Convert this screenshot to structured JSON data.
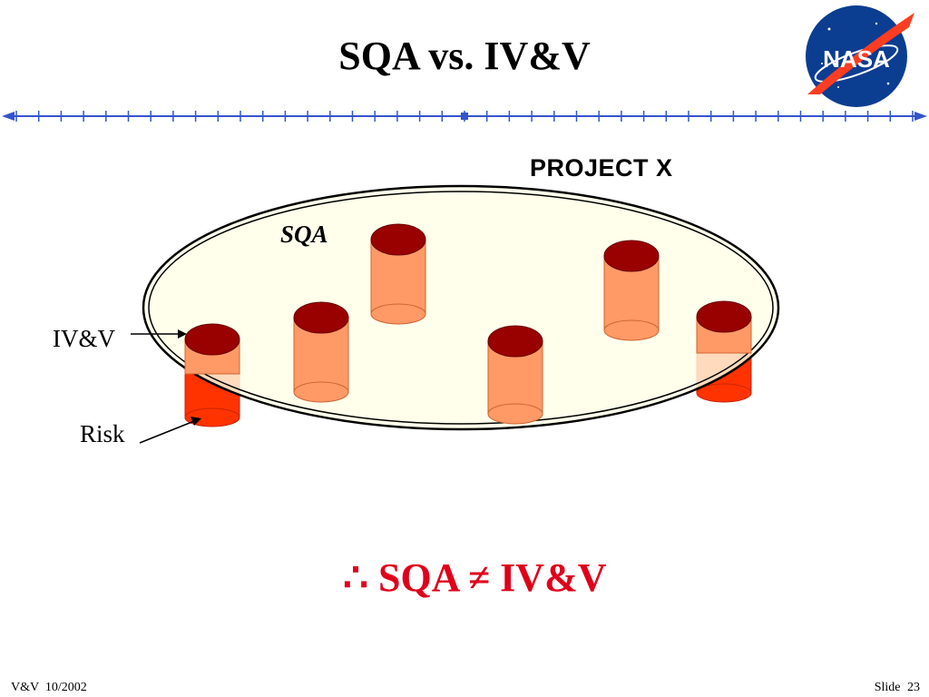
{
  "slide": {
    "title": "SQA vs. IV&V",
    "logo_text": "NASA",
    "footer_left": "V&V  10/2002",
    "footer_right_prefix": "Slide",
    "footer_right_number": "23"
  },
  "diagram": {
    "project_label": "PROJECT X",
    "sqa_label": "SQA",
    "ivv_label": "IV&V",
    "risk_label": "Risk",
    "conclusion": "∴ SQA ≠ IV&V"
  },
  "colors": {
    "ellipse_fill": "#ffffe6",
    "cylinder_top": "#990000",
    "cylinder_body_light": "#ff9966",
    "cylinder_body_risk": "#ff3300",
    "ruler_blue": "#3355cc",
    "conclusion_red": "#e0001a",
    "nasa_blue": "#0b3d91",
    "nasa_red": "#fc3d21"
  }
}
